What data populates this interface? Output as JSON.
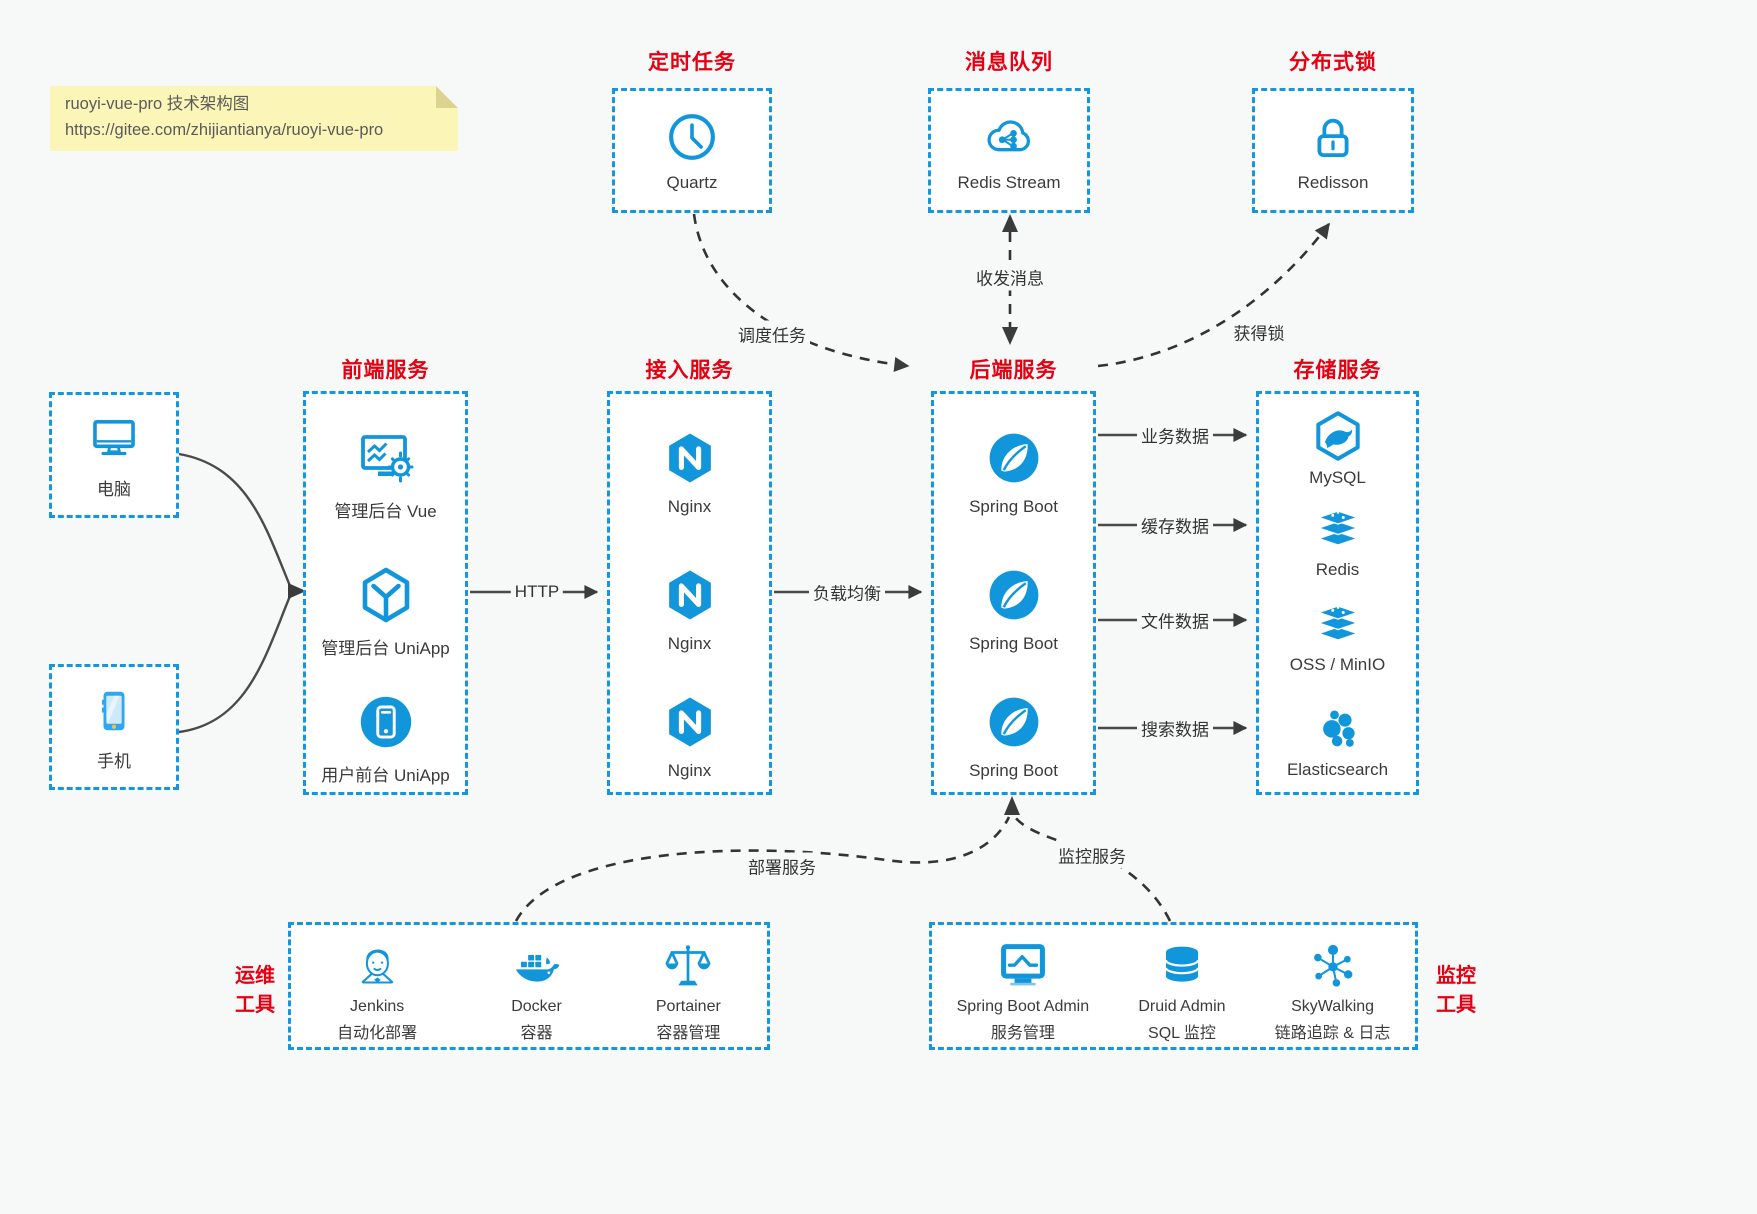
{
  "colors": {
    "accent_blue": "#1296db",
    "title_red": "#e60012",
    "connector_gray": "#3b3b3b",
    "note_bg": "#fbf5b7",
    "page_bg": "#f7f8f8"
  },
  "note": {
    "title": "ruoyi-vue-pro 技术架构图",
    "url": "https://gitee.com/zhijiantianya/ruoyi-vue-pro"
  },
  "top_groups": [
    {
      "title": "定时任务",
      "label": "Quartz",
      "icon": "clock-icon"
    },
    {
      "title": "消息队列",
      "label": "Redis Stream",
      "icon": "cloud-stream-icon"
    },
    {
      "title": "分布式锁",
      "label": "Redisson",
      "icon": "lock-icon"
    }
  ],
  "clients": [
    {
      "label": "电脑",
      "icon": "desktop-computer-icon"
    },
    {
      "label": "手机",
      "icon": "smartphone-icon"
    }
  ],
  "columns": [
    {
      "title": "前端服务",
      "items": [
        {
          "label": "管理后台 Vue",
          "icon": "admin-vue-icon"
        },
        {
          "label": "管理后台 UniApp",
          "icon": "uniapp-cube-icon"
        },
        {
          "label": "用户前台 UniApp",
          "icon": "user-app-icon"
        }
      ]
    },
    {
      "title": "接入服务",
      "items": [
        {
          "label": "Nginx",
          "icon": "nginx-icon"
        },
        {
          "label": "Nginx",
          "icon": "nginx-icon"
        },
        {
          "label": "Nginx",
          "icon": "nginx-icon"
        }
      ]
    },
    {
      "title": "后端服务",
      "items": [
        {
          "label": "Spring Boot",
          "icon": "spring-boot-icon"
        },
        {
          "label": "Spring Boot",
          "icon": "spring-boot-icon"
        },
        {
          "label": "Spring Boot",
          "icon": "spring-boot-icon"
        }
      ]
    },
    {
      "title": "存储服务",
      "items": [
        {
          "label": "MySQL",
          "icon": "mysql-icon"
        },
        {
          "label": "Redis",
          "icon": "redis-stack-icon"
        },
        {
          "label": "OSS / MinIO",
          "icon": "oss-minio-stack-icon"
        },
        {
          "label": "Elasticsearch",
          "icon": "elasticsearch-icon"
        }
      ]
    }
  ],
  "bottom_groups": [
    {
      "side_title_line1": "运维",
      "side_title_line2": "工具",
      "items": [
        {
          "name": "Jenkins",
          "desc": "自动化部署",
          "icon": "jenkins-icon"
        },
        {
          "name": "Docker",
          "desc": "容器",
          "icon": "docker-icon"
        },
        {
          "name": "Portainer",
          "desc": "容器管理",
          "icon": "portainer-icon"
        }
      ]
    },
    {
      "side_title_line1": "监控",
      "side_title_line2": "工具",
      "items": [
        {
          "name": "Spring Boot Admin",
          "desc": "服务管理",
          "icon": "spring-boot-admin-icon"
        },
        {
          "name": "Druid Admin",
          "desc": "SQL 监控",
          "icon": "druid-icon"
        },
        {
          "name": "SkyWalking",
          "desc": "链路追踪 & 日志",
          "icon": "skywalking-icon"
        }
      ]
    }
  ],
  "edge_labels": {
    "http": "HTTP",
    "load_balance": "负载均衡",
    "schedule": "调度任务",
    "message": "收发消息",
    "lock": "获得锁",
    "business": "业务数据",
    "cache": "缓存数据",
    "file": "文件数据",
    "search": "搜索数据",
    "deploy": "部署服务",
    "monitor": "监控服务"
  }
}
